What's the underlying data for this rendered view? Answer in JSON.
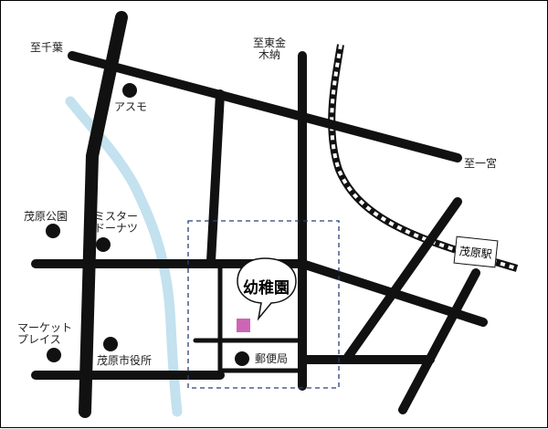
{
  "map": {
    "labels": {
      "to_chiba": "至千葉",
      "to_higashi_kinen": "至東金\n木納",
      "to_ichinomiya": "至一宮",
      "asumo": "アスモ",
      "mobara_park": "茂原公園",
      "mister_donut": "ミスター\nドーナツ",
      "market_place": "マーケット\nプレイス",
      "city_hall": "茂原市役所",
      "post_office": "郵便局",
      "kindergarten": "幼稚園",
      "station": "茂原駅"
    },
    "colors": {
      "road": "#111111",
      "river": "#c3e1ee",
      "target_area_border": "#2b3f7a",
      "kindergarten_marker": "#cc66b4",
      "landmark_dot": "#111111"
    },
    "icons": {
      "railway": "railway-track",
      "landmark": "filled-circle-marker",
      "kindergarten": "pink-square-marker"
    }
  }
}
